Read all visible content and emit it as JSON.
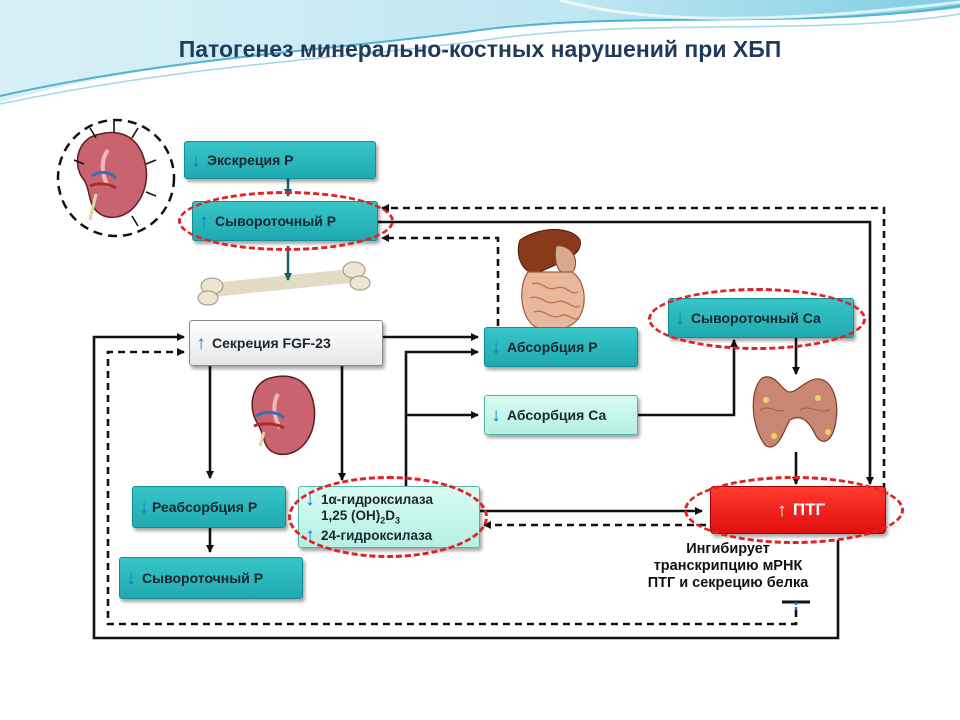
{
  "title": "Патогенез минерально-костных нарушений при ХБП",
  "colors": {
    "teal": "#1eaab0",
    "mint": "#b6f0e3",
    "ptg_red": "#e00e0e",
    "oval_dash": "#e02222",
    "title": "#1f3a5a"
  },
  "icons": {
    "up": "↑",
    "down": "↓"
  },
  "boxes": {
    "excretion_p": {
      "text": "Экскреция  Р",
      "arrow": "down"
    },
    "serum_p_top": {
      "text": "Сывороточный Р",
      "arrow": "up"
    },
    "fgf23": {
      "text": "Секреция FGF-23",
      "arrow": "up"
    },
    "absorption_p": {
      "text": "Абсорбция  Р",
      "arrow": "down"
    },
    "absorption_ca": {
      "text": "Абсорбция Са",
      "arrow": "down"
    },
    "serum_ca": {
      "text": "Сывороточный Са",
      "arrow": "down"
    },
    "reabsorption_p": {
      "text": "Реабсорбция Р",
      "arrow": "down"
    },
    "serum_p_bottom": {
      "text": "Сывороточный Р",
      "arrow": "down"
    },
    "enzymes": {
      "line1": "1α-гидроксилаза",
      "line2_main": "1,25 (ОН)",
      "line2_sub1": "2",
      "line2_mid": "D",
      "line2_sub2": "3",
      "line3": "24-гидроксилаза",
      "arrow1": "down",
      "arrow3": "up"
    },
    "ptg": {
      "text": "ПТГ",
      "arrow": "up"
    }
  },
  "note": {
    "line1": "Ингибирует",
    "line2": "транскрипцию мРНК",
    "line3": "ПТГ и секрецию белка"
  },
  "illustrations": [
    "kidney-icon",
    "bone-icon",
    "kidney-icon",
    "digestive-organs-icon",
    "thyroid-icon"
  ]
}
